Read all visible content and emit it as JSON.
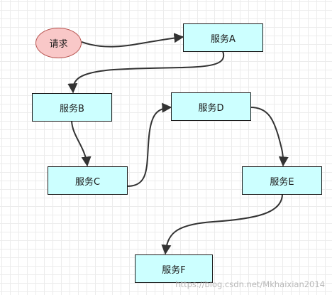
{
  "nodes": {
    "request": "请求",
    "service_a": "服务A",
    "service_b": "服务B",
    "service_c": "服务C",
    "service_d": "服务D",
    "service_e": "服务E",
    "service_f": "服务F"
  },
  "watermark": "https://blog.csdn.net/Mkhaixian2014",
  "colors": {
    "service_fill": "#ccffff",
    "start_fill": "#f9c8c8",
    "start_stroke": "#b85450",
    "edge": "#333333"
  }
}
